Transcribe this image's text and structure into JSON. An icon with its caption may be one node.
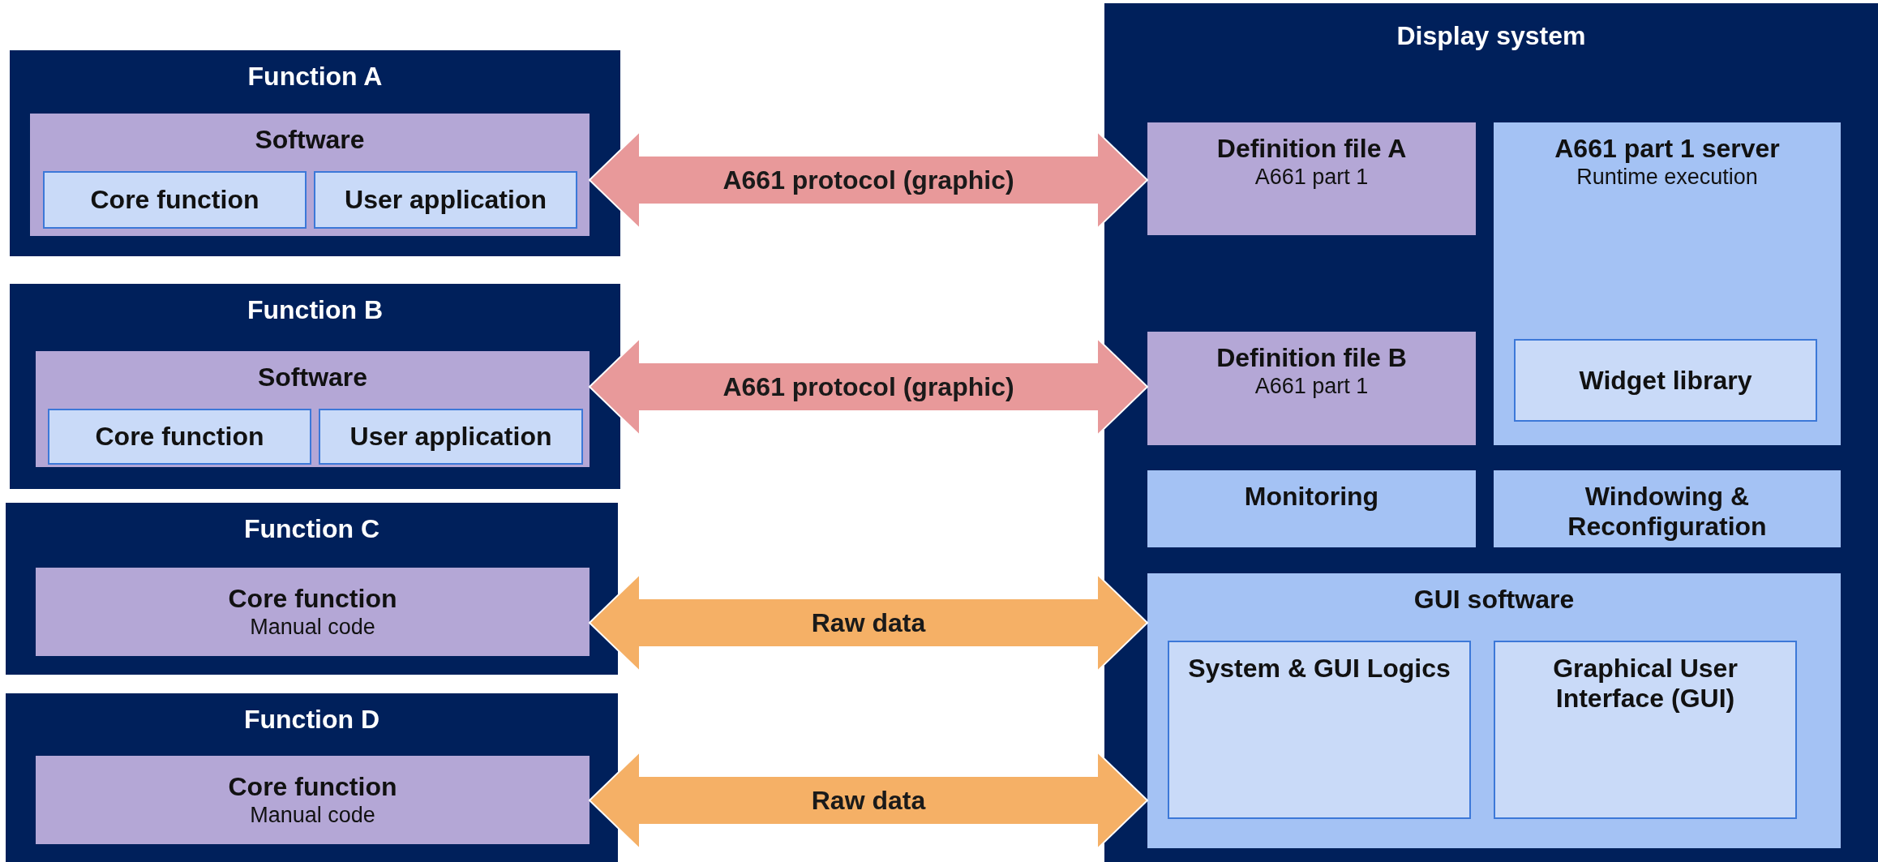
{
  "diagram": {
    "nodes": [
      {
        "text": [
          "Function A"
        ]
      },
      {
        "text": [
          "Software"
        ],
        "in": 0
      },
      {
        "text": [
          "Core function"
        ],
        "in": 1
      },
      {
        "text": [
          "User application"
        ],
        "in": 1
      },
      {
        "text": [
          "Function B"
        ]
      },
      {
        "text": [
          "Software"
        ],
        "in": 4
      },
      {
        "text": [
          "Core function"
        ],
        "in": 5
      },
      {
        "text": [
          "User application"
        ],
        "in": 5
      },
      {
        "text": [
          "Function C"
        ]
      },
      {
        "text": [
          "Core function",
          "Manual code"
        ],
        "in": 8
      },
      {
        "text": [
          "Function D"
        ]
      },
      {
        "text": [
          "Core function",
          "Manual code"
        ],
        "in": 10
      },
      {
        "text": [
          "Display system"
        ]
      },
      {
        "text": [
          "Definition file A",
          "A661 part 1"
        ],
        "in": 12
      },
      {
        "text": [
          "A661 part 1 server",
          "Runtime execution"
        ],
        "in": 12
      },
      {
        "text": [
          "Widget library"
        ],
        "in": 14
      },
      {
        "text": [
          "Definition file B",
          "A661 part 1"
        ],
        "in": 12
      },
      {
        "text": [
          "Monitoring"
        ],
        "in": 12
      },
      {
        "text": [
          "Windowing & Reconfiguration"
        ],
        "in": 12
      },
      {
        "text": [
          "GUI software"
        ],
        "in": 12
      },
      {
        "text": [
          "System & GUI Logics"
        ],
        "in": 19
      },
      {
        "text": [
          "Graphical User Interface (GUI)"
        ],
        "in": 19
      }
    ],
    "edges": [
      {
        "from": 1,
        "to": 13,
        "arrow": "both",
        "label": "A661 protocol (graphic)",
        "color": "#e8999a"
      },
      {
        "from": 5,
        "to": 16,
        "arrow": "both",
        "label": "A661 protocol (graphic)",
        "color": "#e8999a"
      },
      {
        "from": 9,
        "to": 19,
        "arrow": "both",
        "label": "Raw data",
        "color": "#f5b066"
      },
      {
        "from": 11,
        "to": 19,
        "arrow": "both",
        "label": "Raw data",
        "color": "#f5b066"
      }
    ]
  }
}
